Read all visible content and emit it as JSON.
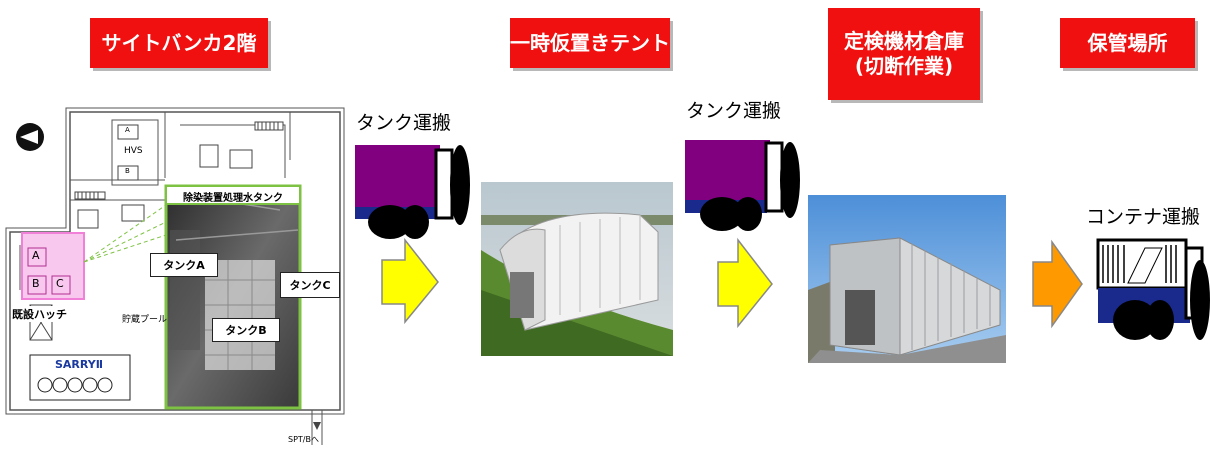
{
  "steps": [
    {
      "title_lines": [
        "サイトバンカ2階"
      ],
      "color": "#f01010"
    },
    {
      "title_lines": [
        "一時仮置きテント"
      ],
      "color": "#f01010"
    },
    {
      "title_lines": [
        "定検機材倉庫",
        "(切断作業)"
      ],
      "color": "#f01010"
    },
    {
      "title_lines": [
        "保管場所"
      ],
      "color": "#f01010"
    }
  ],
  "transport": {
    "tank_transport_1": "タンク運搬",
    "tank_transport_2": "タンク運搬",
    "container_transport": "コンテナ運搬"
  },
  "floor_plan": {
    "tank_box_title": "除染装置処理水タンク",
    "tank_a": "タンクA",
    "tank_b": "タンクB",
    "tank_c": "タンクC",
    "pool": "貯蔵プール",
    "hatch": "既設ハッチ",
    "sarry": "SARRYⅡ",
    "hvs": "HVS",
    "small_a": "A",
    "small_b": "B",
    "small_c": "C",
    "room_a": "A",
    "room_b": "B",
    "spt": "SPT/Bへ"
  },
  "colors": {
    "red_title": "#f01010",
    "truck_purple": "#800080",
    "truck_navy": "#1a2a8c",
    "arrow_yellow": "#ffff00",
    "arrow_orange": "#ff9900",
    "highlight_green": "#7dc242",
    "highlight_pink": "#f080d8"
  }
}
